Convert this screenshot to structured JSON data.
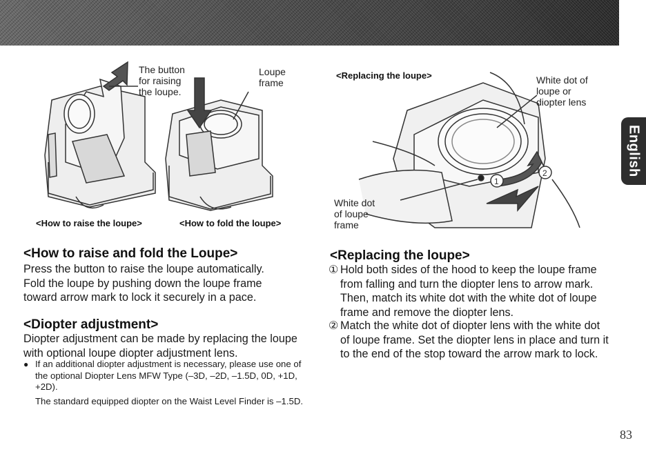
{
  "side_tab": "English",
  "page_number": "83",
  "fig_left": {
    "label_button": "The button\nfor raising\nthe loupe.",
    "label_frame": "Loupe\nframe",
    "caption_raise": "<How to raise the loupe>",
    "caption_fold": "<How to fold the loupe>"
  },
  "fig_right": {
    "caption": "<Replacing the loupe>",
    "label_dot_lens": "White dot of\nloupe or\ndiopter lens",
    "label_dot_frame": "White dot\nof loupe\nframe",
    "marker1": "1",
    "marker2": "2"
  },
  "left_col": {
    "heading1": "<How to raise and fold the Loupe>",
    "para1": "Press the button to raise the loupe automatically. Fold the loupe by pushing down the loupe frame toward arrow mark to lock it securely in a pace.",
    "heading2": "<Diopter adjustment>",
    "para2": "Diopter adjustment can be made by replacing the loupe with optional loupe diopter adjustment lens.",
    "bullet": "●",
    "note1": "If an additional diopter adjustment is necessary, please use one of the optional Diopter Lens MFW Type (–3D, –2D, –1.5D, 0D, +1D, +2D).",
    "note2": "The standard equipped diopter on the Waist Level Finder is –1.5D."
  },
  "right_col": {
    "heading": "<Replacing the loupe>",
    "step1_num": "①",
    "step1": "Hold both sides of the hood to keep the loupe frame from falling and turn the diopter lens to arrow mark. Then, match its white dot with the white dot of loupe frame and remove the diopter lens.",
    "step2_num": "②",
    "step2": "Match the white dot of diopter lens with the white dot of loupe frame. Set the diopter lens in place and turn it to the end of the stop toward the arrow mark to lock."
  }
}
